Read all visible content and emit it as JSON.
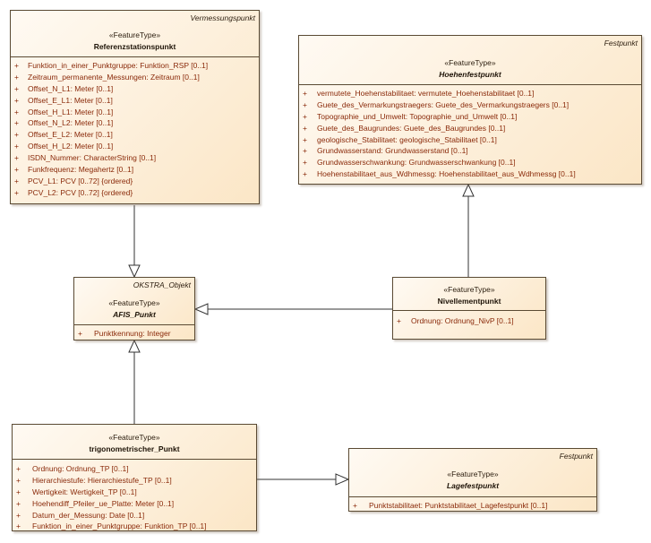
{
  "diagram": {
    "classes": [
      {
        "id": "referenzstationspunkt",
        "package": "Vermessungspunkt",
        "stereotype": "«FeatureType»",
        "name": "Referenzstationspunkt",
        "abstract": false,
        "attributes": [
          {
            "vis": "+",
            "text": "Funktion_in_einer_Punktgruppe: Funktion_RSP [0..1]"
          },
          {
            "vis": "+",
            "text": "Zeitraum_permanente_Messungen: Zeitraum [0..1]"
          },
          {
            "vis": "+",
            "text": "Offset_N_L1: Meter [0..1]"
          },
          {
            "vis": "+",
            "text": "Offset_E_L1: Meter [0..1]"
          },
          {
            "vis": "+",
            "text": "Offset_H_L1: Meter [0..1]"
          },
          {
            "vis": "+",
            "text": "Offset_N_L2: Meter [0..1]"
          },
          {
            "vis": "+",
            "text": "Offset_E_L2: Meter [0..1]"
          },
          {
            "vis": "+",
            "text": "Offset_H_L2: Meter [0..1]"
          },
          {
            "vis": "+",
            "text": "ISDN_Nummer: CharacterString [0..1]"
          },
          {
            "vis": "+",
            "text": "Funkfrequenz: Megahertz [0..1]"
          },
          {
            "vis": "+",
            "text": "PCV_L1: PCV [0..72] {ordered}"
          },
          {
            "vis": "+",
            "text": "PCV_L2: PCV [0..72] {ordered}"
          }
        ]
      },
      {
        "id": "hoehenfestpunkt",
        "package": "Festpunkt",
        "stereotype": "«FeatureType»",
        "name": "Hoehenfestpunkt",
        "abstract": true,
        "attributes": [
          {
            "vis": "+",
            "text": "vermutete_Hoehenstabilitaet: vermutete_Hoehenstabilitaet [0..1]"
          },
          {
            "vis": "+",
            "text": "Guete_des_Vermarkungstraegers: Guete_des_Vermarkungstraegers [0..1]"
          },
          {
            "vis": "+",
            "text": "Topographie_und_Umwelt: Topographie_und_Umwelt [0..1]"
          },
          {
            "vis": "+",
            "text": "Guete_des_Baugrundes: Guete_des_Baugrundes [0..1]"
          },
          {
            "vis": "+",
            "text": "geologische_Stabilitaet: geologische_Stabilitaet [0..1]"
          },
          {
            "vis": "+",
            "text": "Grundwasserstand: Grundwasserstand [0..1]"
          },
          {
            "vis": "+",
            "text": "Grundwasserschwankung: Grundwasserschwankung [0..1]"
          },
          {
            "vis": "+",
            "text": "Hoehenstabilitaet_aus_Wdhmessg: Hoehenstabilitaet_aus_Wdhmessg [0..1]"
          }
        ]
      },
      {
        "id": "afis_punkt",
        "package": "OKSTRA_Objekt",
        "stereotype": "«FeatureType»",
        "name": "AFIS_Punkt",
        "abstract": true,
        "attributes": [
          {
            "vis": "+",
            "text": "Punktkennung: Integer"
          }
        ]
      },
      {
        "id": "nivellementpunkt",
        "package": "",
        "stereotype": "«FeatureType»",
        "name": "Nivellementpunkt",
        "abstract": false,
        "attributes": [
          {
            "vis": "+",
            "text": "Ordnung: Ordnung_NivP [0..1]"
          }
        ]
      },
      {
        "id": "trigonometrischer_punkt",
        "package": "",
        "stereotype": "«FeatureType»",
        "name": "trigonometrischer_Punkt",
        "abstract": false,
        "attributes": [
          {
            "vis": "+",
            "text": "Ordnung: Ordnung_TP [0..1]"
          },
          {
            "vis": "+",
            "text": "Hierarchiestufe: Hierarchiestufe_TP [0..1]"
          },
          {
            "vis": "+",
            "text": "Wertigkeit: Wertigkeit_TP [0..1]"
          },
          {
            "vis": "+",
            "text": "Hoehendiff_Pfeiler_ue_Platte: Meter [0..1]"
          },
          {
            "vis": "+",
            "text": "Datum_der_Messung: Date [0..1]"
          },
          {
            "vis": "+",
            "text": "Funktion_in_einer_Punktgruppe: Funktion_TP [0..1]"
          }
        ]
      },
      {
        "id": "lagefestpunkt",
        "package": "Festpunkt",
        "stereotype": "«FeatureType»",
        "name": "Lagefestpunkt",
        "abstract": true,
        "attributes": [
          {
            "vis": "+",
            "text": "Punktstabilitaet: Punktstabilitaet_Lagefestpunkt [0..1]"
          }
        ]
      }
    ],
    "relations": [
      {
        "type": "generalization",
        "from": "referenzstationspunkt",
        "to": "afis_punkt"
      },
      {
        "type": "generalization",
        "from": "nivellementpunkt",
        "to": "afis_punkt"
      },
      {
        "type": "generalization",
        "from": "nivellementpunkt",
        "to": "hoehenfestpunkt"
      },
      {
        "type": "generalization",
        "from": "trigonometrischer_punkt",
        "to": "afis_punkt"
      },
      {
        "type": "generalization",
        "from": "trigonometrischer_punkt",
        "to": "lagefestpunkt"
      }
    ]
  }
}
